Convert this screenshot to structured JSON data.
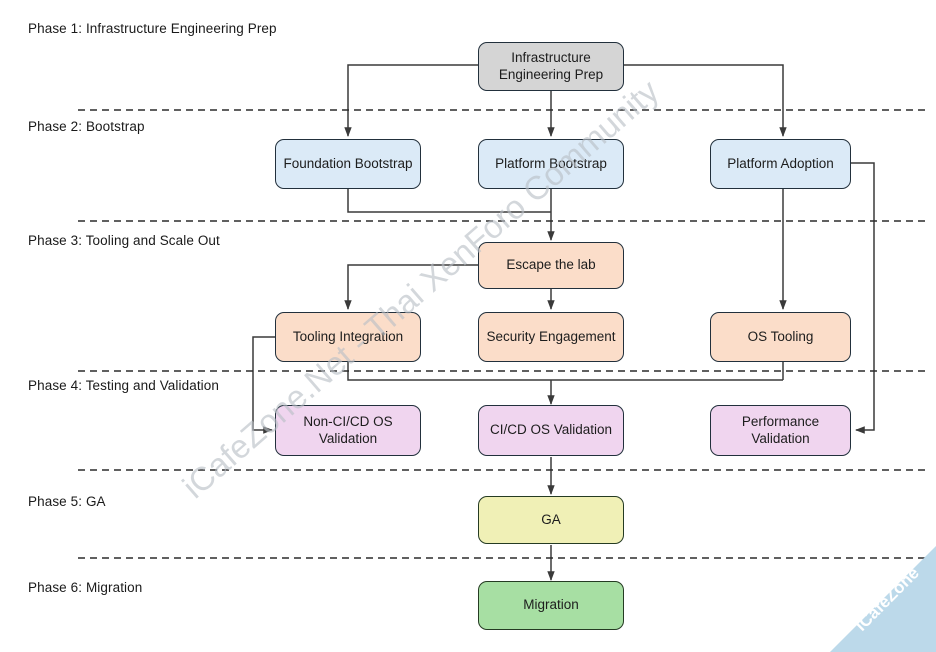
{
  "diagram": {
    "title": "Phased Infrastructure Rollout Flowchart",
    "background": "#ffffff",
    "edge_color": "#3a3a3a",
    "divider_color": "#2b2b2b"
  },
  "phases": [
    {
      "id": "phase1",
      "label": "Phase 1: Infrastructure Engineering Prep"
    },
    {
      "id": "phase2",
      "label": "Phase 2: Bootstrap"
    },
    {
      "id": "phase3",
      "label": "Phase 3: Tooling and Scale Out"
    },
    {
      "id": "phase4",
      "label": "Phase 4: Testing and Validation"
    },
    {
      "id": "phase5",
      "label": "Phase 5: GA"
    },
    {
      "id": "phase6",
      "label": "Phase 6: Migration"
    }
  ],
  "nodes": [
    {
      "id": "infra-prep",
      "label": "Infrastructure Engineering Prep",
      "fill": "#d5d5d5",
      "phase": "phase1"
    },
    {
      "id": "foundation-bootstrap",
      "label": "Foundation Bootstrap",
      "fill": "#dbeaf7",
      "phase": "phase2"
    },
    {
      "id": "platform-bootstrap",
      "label": "Platform Bootstrap",
      "fill": "#dbeaf7",
      "phase": "phase2"
    },
    {
      "id": "platform-adoption",
      "label": "Platform Adoption",
      "fill": "#dbeaf7",
      "phase": "phase2"
    },
    {
      "id": "escape-the-lab",
      "label": "Escape the lab",
      "fill": "#fbddc9",
      "phase": "phase3"
    },
    {
      "id": "tooling-integration",
      "label": "Tooling Integration",
      "fill": "#fbddc9",
      "phase": "phase3"
    },
    {
      "id": "security-engagement",
      "label": "Security Engagement",
      "fill": "#fbddc9",
      "phase": "phase3"
    },
    {
      "id": "os-tooling",
      "label": "OS Tooling",
      "fill": "#fbddc9",
      "phase": "phase3"
    },
    {
      "id": "non-cicd-os-validation",
      "label": "Non-CI/CD OS Validation",
      "fill": "#f0d5ef",
      "phase": "phase4"
    },
    {
      "id": "cicd-os-validation",
      "label": "CI/CD OS Validation",
      "fill": "#f0d5ef",
      "phase": "phase4"
    },
    {
      "id": "performance-validation",
      "label": "Performance Validation",
      "fill": "#f0d5ef",
      "phase": "phase4"
    },
    {
      "id": "ga",
      "label": "GA",
      "fill": "#f0f0b6",
      "phase": "phase5"
    },
    {
      "id": "migration",
      "label": "Migration",
      "fill": "#a7dfa3",
      "phase": "phase6"
    }
  ],
  "edges": [
    {
      "from": "infra-prep",
      "to": "foundation-bootstrap"
    },
    {
      "from": "infra-prep",
      "to": "platform-bootstrap"
    },
    {
      "from": "infra-prep",
      "to": "platform-adoption"
    },
    {
      "from": "foundation-bootstrap",
      "to": "escape-the-lab"
    },
    {
      "from": "platform-bootstrap",
      "to": "escape-the-lab"
    },
    {
      "from": "platform-adoption",
      "to": "os-tooling"
    },
    {
      "from": "platform-adoption",
      "to": "performance-validation"
    },
    {
      "from": "escape-the-lab",
      "to": "tooling-integration"
    },
    {
      "from": "escape-the-lab",
      "to": "security-engagement"
    },
    {
      "from": "tooling-integration",
      "to": "non-cicd-os-validation"
    },
    {
      "from": "tooling-integration",
      "to": "cicd-os-validation"
    },
    {
      "from": "os-tooling",
      "to": "cicd-os-validation"
    },
    {
      "from": "cicd-os-validation",
      "to": "ga"
    },
    {
      "from": "ga",
      "to": "migration"
    }
  ],
  "watermarks": {
    "diagonal_text": "iCafeZone.Net - Thai XenForo Community",
    "ribbon_text": "iCafeZone",
    "ribbon_color": "#bcd9ea"
  }
}
